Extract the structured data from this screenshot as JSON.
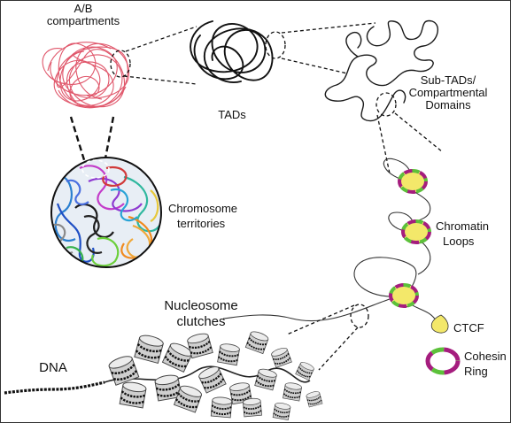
{
  "labels": {
    "ab_compartments_line1": "A/B",
    "ab_compartments_line2": "compartments",
    "tads": "TADs",
    "sub_tads_line1": "Sub-TADs/",
    "sub_tads_line2": "Compartmental",
    "sub_tads_line3": "Domains",
    "chromosome_territories_line1": "Chromosome",
    "chromosome_territories_line2": "territories",
    "chromatin_loops_line1": "Chromatin",
    "chromatin_loops_line2": "Loops",
    "nucleosome_clutches_line1": "Nucleosome",
    "nucleosome_clutches_line2": "clutches",
    "dna": "DNA",
    "ctcf": "CTCF",
    "cohesin_ring_line1": "Cohesin",
    "cohesin_ring_line2": "Ring"
  },
  "colors": {
    "compartment_fiber": "#e0576b",
    "ctcf": "#f3e86a",
    "cohesin_purple": "#a51d7e",
    "cohesin_green": "#5cc13a",
    "nucleosome": "#cfcfcf"
  }
}
